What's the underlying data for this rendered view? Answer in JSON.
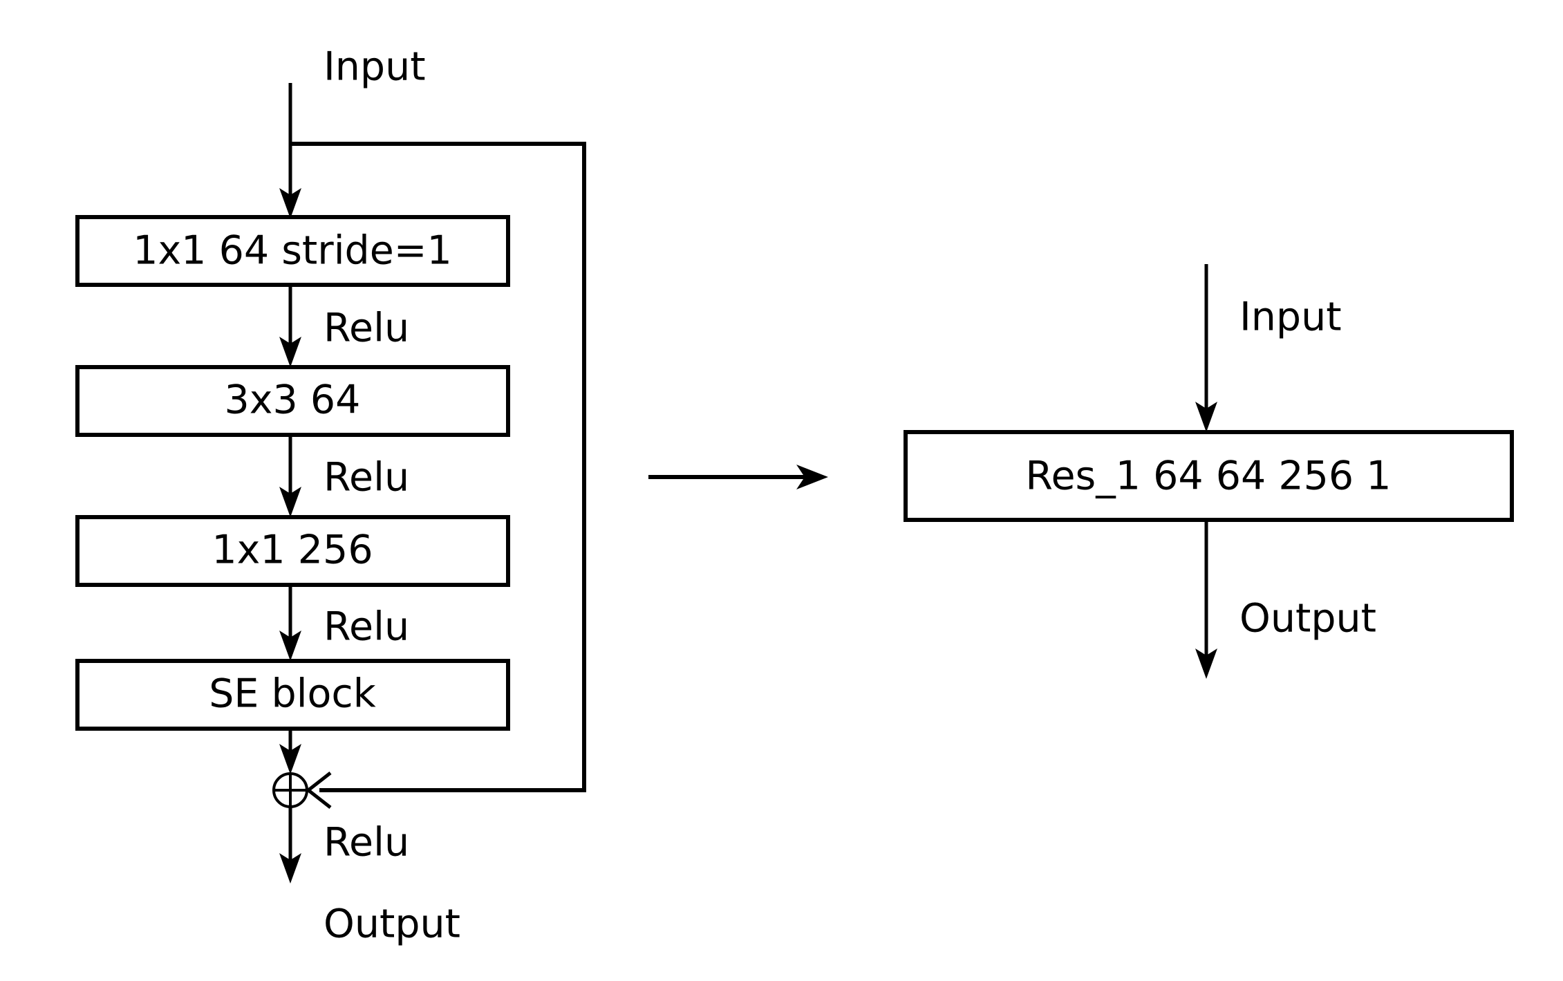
{
  "figure": {
    "type": "flow-diagram",
    "description": "Residual SE bottleneck block expanded on the left and abstracted into a single Res_1 block on the right",
    "background_color": "#ffffff",
    "line_color": "#000000",
    "text_color": "#000000"
  },
  "left_panel": {
    "input_label": "Input",
    "output_label": "Output",
    "blocks": [
      {
        "id": "conv1",
        "label": "1x1 64 stride=1"
      },
      {
        "id": "conv2",
        "label": "3x3 64"
      },
      {
        "id": "conv3",
        "label": "1x1 256"
      },
      {
        "id": "se",
        "label": "SE block"
      }
    ],
    "edge_labels": {
      "after_conv1": "Relu",
      "after_conv2": "Relu",
      "after_conv3": "Relu",
      "after_add": "Relu"
    },
    "merge_node": {
      "id": "add",
      "symbol": "+",
      "name": "element-wise addition"
    },
    "skip_connection": {
      "from": "input",
      "to": "add",
      "label": ""
    }
  },
  "transform_arrow": {
    "direction": "right",
    "label": ""
  },
  "right_panel": {
    "input_label": "Input",
    "output_label": "Output",
    "blocks": [
      {
        "id": "res1",
        "label": "Res_1 64 64 256 1"
      }
    ]
  }
}
